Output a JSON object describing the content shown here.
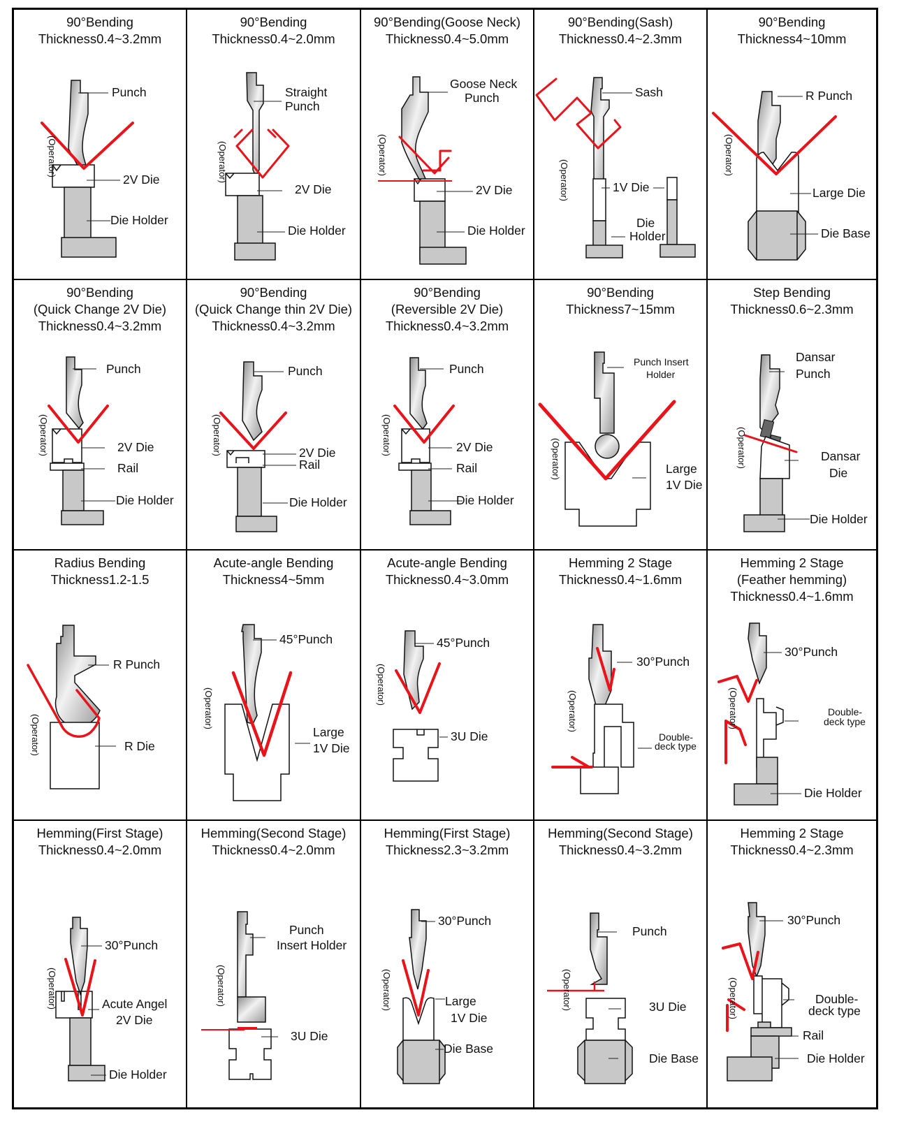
{
  "colors": {
    "bend_line": "#e8141a",
    "tool_gray": "#c8c8c8",
    "grid": "#000000"
  },
  "operator_label": "(Operator)",
  "cells": [
    {
      "title": [
        "90°Bending",
        "Thickness0.4~3.2mm"
      ],
      "labels": [
        "Punch",
        "2V Die",
        "Die Holder"
      ]
    },
    {
      "title": [
        "90°Bending",
        "Thickness0.4~2.0mm"
      ],
      "labels": [
        "Straight",
        "Punch",
        "2V Die",
        "Die Holder"
      ]
    },
    {
      "title": [
        "90°Bending(Goose Neck)",
        "Thickness0.4~5.0mm"
      ],
      "labels": [
        "Goose Neck",
        "Punch",
        "2V Die",
        "Die Holder"
      ]
    },
    {
      "title": [
        "90°Bending(Sash)",
        "Thickness0.4~2.3mm"
      ],
      "labels": [
        "Sash",
        "1V Die",
        "Die",
        "Holder"
      ]
    },
    {
      "title": [
        "90°Bending",
        "Thickness4~10mm"
      ],
      "labels": [
        "R Punch",
        "Large Die",
        "Die Base"
      ]
    },
    {
      "title": [
        "90°Bending",
        "(Quick Change 2V Die)",
        "Thickness0.4~3.2mm"
      ],
      "labels": [
        "Punch",
        "2V Die",
        "Rail",
        "Die Holder"
      ]
    },
    {
      "title": [
        "90°Bending",
        "(Quick Change thin 2V Die)",
        "Thickness0.4~3.2mm"
      ],
      "labels": [
        "Punch",
        "2V Die",
        "Rail",
        "Die Holder"
      ]
    },
    {
      "title": [
        "90°Bending",
        "(Reversible 2V Die)",
        "Thickness0.4~3.2mm"
      ],
      "labels": [
        "Punch",
        "2V Die",
        "Rail",
        "Die Holder"
      ]
    },
    {
      "title": [
        "90°Bending",
        "Thickness7~15mm"
      ],
      "labels": [
        "Punch Insert",
        "Holder",
        "Large",
        "1V Die"
      ]
    },
    {
      "title": [
        "Step Bending",
        "Thickness0.6~2.3mm"
      ],
      "labels": [
        "Dansar",
        "Punch",
        "Dansar",
        "Die",
        "Die Holder"
      ]
    },
    {
      "title": [
        "Radius Bending",
        "Thickness1.2-1.5"
      ],
      "labels": [
        "R Punch",
        "R Die"
      ]
    },
    {
      "title": [
        "Acute-angle Bending",
        "Thickness4~5mm"
      ],
      "labels": [
        "45°Punch",
        "Large",
        "1V Die"
      ]
    },
    {
      "title": [
        "Acute-angle Bending",
        "Thickness0.4~3.0mm"
      ],
      "labels": [
        "45°Punch",
        "3U Die"
      ]
    },
    {
      "title": [
        "Hemming 2 Stage",
        "Thickness0.4~1.6mm"
      ],
      "labels": [
        "30°Punch",
        "Double-",
        "deck type"
      ]
    },
    {
      "title": [
        "Hemming 2 Stage",
        "(Feather hemming)",
        "Thickness0.4~1.6mm"
      ],
      "labels": [
        "30°Punch",
        "Double-",
        "deck type",
        "Die Holder"
      ]
    },
    {
      "title": [
        "Hemming(First Stage)",
        "Thickness0.4~2.0mm"
      ],
      "labels": [
        "30°Punch",
        "Acute Angel",
        "2V Die",
        "Die Holder"
      ]
    },
    {
      "title": [
        "Hemming(Second Stage)",
        "Thickness0.4~2.0mm"
      ],
      "labels": [
        "Punch",
        "Insert Holder",
        "3U Die"
      ]
    },
    {
      "title": [
        "Hemming(First Stage)",
        "Thickness2.3~3.2mm"
      ],
      "labels": [
        "30°Punch",
        "Large",
        "1V Die",
        "Die Base"
      ]
    },
    {
      "title": [
        "Hemming(Second Stage)",
        "Thickness0.4~3.2mm"
      ],
      "labels": [
        "Punch",
        "3U Die",
        "Die Base"
      ]
    },
    {
      "title": [
        "Hemming 2 Stage",
        "Thickness0.4~2.3mm"
      ],
      "labels": [
        "30°Punch",
        "Double-",
        "deck type",
        "Rail",
        "Die Holder"
      ]
    }
  ]
}
